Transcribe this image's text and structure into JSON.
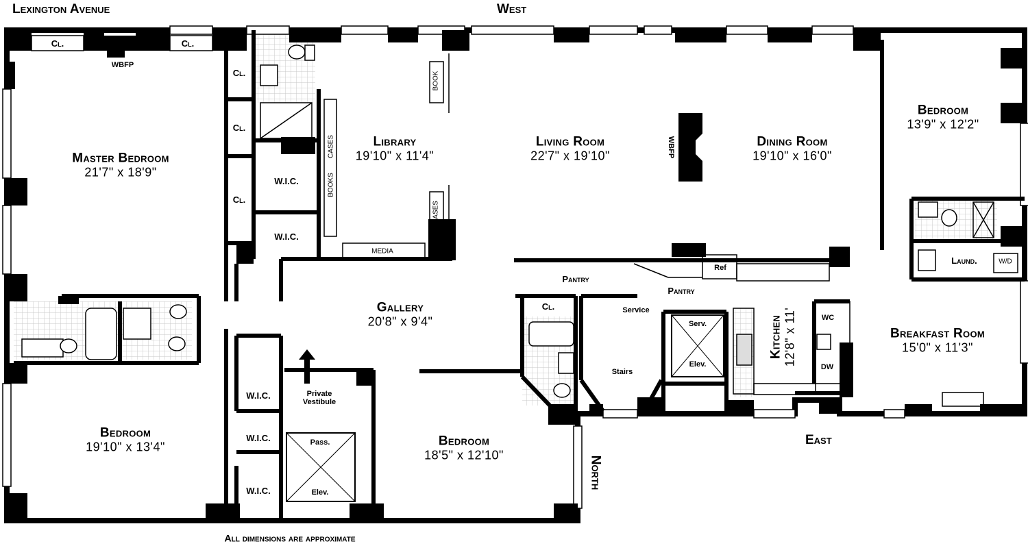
{
  "streets": {
    "nw": "Lexington Avenue",
    "top": "West",
    "bottom": "East",
    "right": "North"
  },
  "footer": "All dimensions are approximate",
  "rooms": {
    "master_bedroom": {
      "name": "Master Bedroom",
      "dim": "21'7\" x 18'9\""
    },
    "library": {
      "name": "Library",
      "dim": "19'10\" x 11'4\""
    },
    "living_room": {
      "name": "Living Room",
      "dim": "22'7\" x 19'10\""
    },
    "dining_room": {
      "name": "Dining Room",
      "dim": "19'10\" x 16'0\""
    },
    "bedroom_ne": {
      "name": "Bedroom",
      "dim": "13'9\" x 12'2\""
    },
    "gallery": {
      "name": "Gallery",
      "dim": "20'8\" x 9'4\""
    },
    "breakfast_room": {
      "name": "Breakfast Room",
      "dim": "15'0\" x 11'3\""
    },
    "bedroom_sw": {
      "name": "Bedroom",
      "dim": "19'10\" x 13'4\""
    },
    "bedroom_s": {
      "name": "Bedroom",
      "dim": "18'5\" x 12'10\""
    },
    "kitchen": {
      "name": "Kitchen",
      "dim": "12'8\" x 11'"
    }
  },
  "labels": {
    "cl": "Cl.",
    "wbfp": "WBFP",
    "wic": "W.I.C.",
    "book": "BOOK",
    "books": "BOOKS",
    "cases": "CASES",
    "media": "MEDIA",
    "pantry": "Pantry",
    "service": "Service",
    "stairs": "Stairs",
    "serv": "Serv.",
    "elev": "Elev.",
    "pass": "Pass.",
    "private": "Private",
    "vestibule": "Vestibule",
    "ref": "Ref",
    "laund": "Laund.",
    "wd": "W/D",
    "wc": "WC",
    "dw": "DW"
  },
  "colors": {
    "wall": "#000000",
    "window": "#ffffff",
    "tile": "#c9c9c9"
  }
}
